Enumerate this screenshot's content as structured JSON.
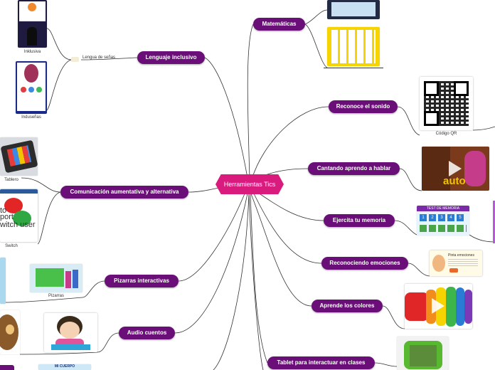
{
  "central": "Herramientas Tics",
  "branches": [
    {
      "id": "matematicas",
      "label": "Matemáticas"
    },
    {
      "id": "lenguaje",
      "label": "Lenguaje inclusivo"
    },
    {
      "id": "reconoce",
      "label": "Reconoce el sonido"
    },
    {
      "id": "cantando",
      "label": "Cantando aprendo a hablar"
    },
    {
      "id": "comunicacion",
      "label": "Comunicación aumentativa y alternativa"
    },
    {
      "id": "ejercita",
      "label": "Ejercita tu memoria"
    },
    {
      "id": "emociones",
      "label": "Reconociendo emociones"
    },
    {
      "id": "pizarras",
      "label": "Pizarras interactivas"
    },
    {
      "id": "colores",
      "label": "Aprende los colores"
    },
    {
      "id": "audio",
      "label": "Audio cuentos"
    },
    {
      "id": "tablet",
      "label": "Tablet para interactuar en clases"
    }
  ],
  "subtopics": {
    "lengua_senas": "Lengua de señas"
  },
  "captions": {
    "inklusiva": "Inklusiva",
    "indusenas": "Induseñas",
    "qr": "Código QR",
    "tablero": "Tablero",
    "switch": "Switch",
    "pizarras": "Pizarras"
  },
  "image_text": {
    "switch_word_to": "to",
    "switch_word_port": "port",
    "switch_word_user": "witch user",
    "auto": "auto",
    "memoria_title": "TEST DE MEMORIA",
    "memoria_numbers": [
      "1",
      "2",
      "3",
      "4",
      "5"
    ],
    "cuerpo": "MI CUERPO",
    "emociones_title": "Pinta emociones"
  },
  "colors": {
    "node": "#6a0f78",
    "central": "#d81b7d",
    "line": "#333333"
  }
}
